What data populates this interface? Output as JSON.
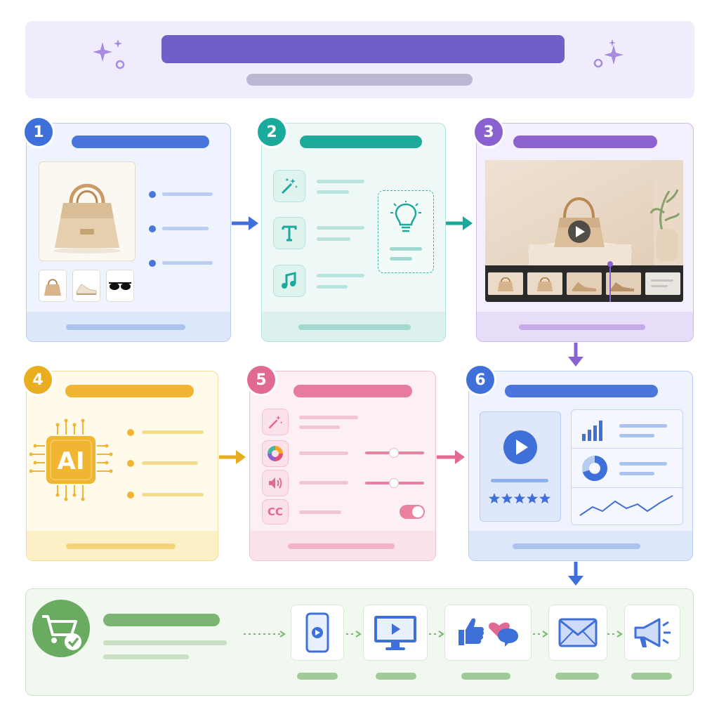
{
  "steps": [
    {
      "number": "1",
      "color": "#3f6fd8",
      "name": "step-1-product-input"
    },
    {
      "number": "2",
      "color": "#1aa99a",
      "name": "step-2-script-ideas"
    },
    {
      "number": "3",
      "color": "#8a62cf",
      "name": "step-3-video-editing"
    },
    {
      "number": "4",
      "color": "#e9ad20",
      "name": "step-4-ai-processing"
    },
    {
      "number": "5",
      "color": "#e06a93",
      "name": "step-5-enhancements"
    },
    {
      "number": "6",
      "color": "#3f6fd8",
      "name": "step-6-results-analytics"
    }
  ],
  "ai_chip": {
    "label": "AI"
  },
  "captions": {
    "label": "CC"
  },
  "icons": {
    "header_sparkles": "sparkles-icon",
    "magic_wand": "magic-wand-icon",
    "text": "text-T-icon",
    "music": "music-note-icon",
    "idea": "lightbulb-icon",
    "play": "play-icon",
    "color": "color-wheel-icon",
    "audio": "speaker-icon",
    "chart": "bar-chart-icon",
    "donut": "donut-chart-icon",
    "trend": "line-chart-icon",
    "cart": "shopping-cart-check-icon",
    "mobile": "mobile-video-icon",
    "desktop": "desktop-video-icon",
    "social": "social-like-heart-icon",
    "email": "email-icon",
    "ads": "megaphone-icon"
  },
  "rating": {
    "stars": 5,
    "max": 5
  },
  "toggle": {
    "on": true
  },
  "colors": {
    "header": "#6f5fc7",
    "blue": "#3f6fd8",
    "teal": "#1aa99a",
    "purple": "#8a62cf",
    "yellow": "#e9ad20",
    "pink": "#e06a93",
    "green": "#6aab62"
  }
}
